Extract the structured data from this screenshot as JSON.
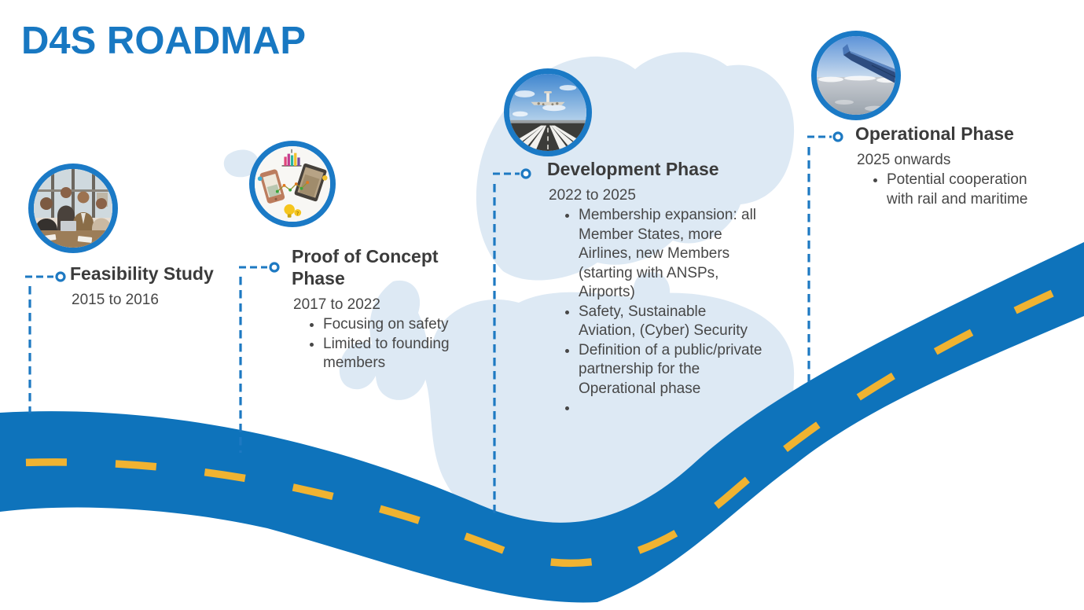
{
  "title": "D4S ROADMAP",
  "colors": {
    "title_blue": "#1878c2",
    "accent_blue": "#1d79c2",
    "road_blue": "#0e73bb",
    "lane_marking_yellow": "#f0b331",
    "map_light_blue": "#dde9f4",
    "heading_text": "#3b3b3b",
    "body_text": "#474747"
  },
  "phases": [
    {
      "name": "Feasibility Study",
      "period": "2015 to 2016",
      "bullets": [],
      "icon": "team-meeting-photo"
    },
    {
      "name": "Proof of Concept Phase",
      "period": "2017 to 2022",
      "bullets": [
        "Focusing on safety",
        "Limited to founding members"
      ],
      "icon": "digital-devices-illustration"
    },
    {
      "name": "Development Phase",
      "period": "2022 to 2025",
      "bullets": [
        "Membership expansion: all Member States, more Airlines, new Members (starting with ANSPs, Airports)",
        "Safety, Sustainable Aviation, (Cyber) Security",
        "Definition of a public/private partnership for the Operational phase",
        ""
      ],
      "icon": "airplane-takeoff-photo"
    },
    {
      "name": "Operational Phase",
      "period": "2025 onwards",
      "bullets": [
        "Potential cooperation with rail and maritime"
      ],
      "icon": "airplane-wing-photo"
    }
  ]
}
